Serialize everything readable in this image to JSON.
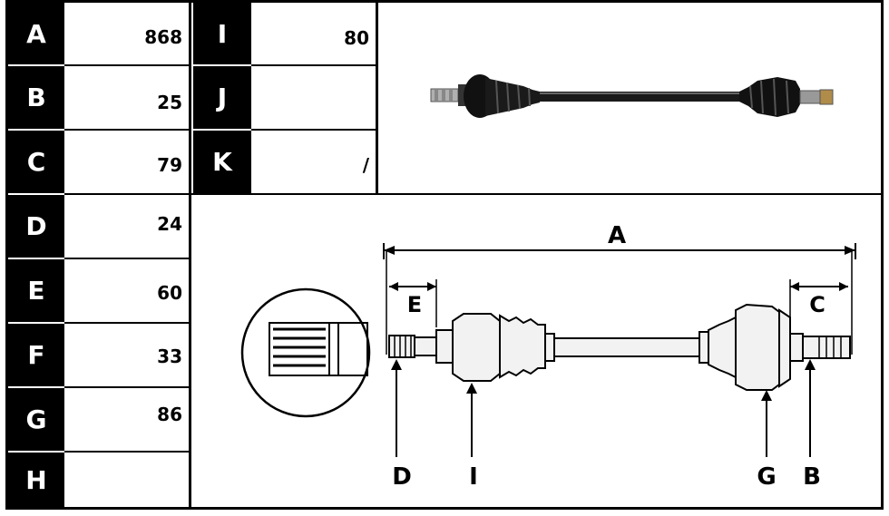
{
  "table": {
    "left_rows": [
      {
        "letter": "A",
        "value": "868"
      },
      {
        "letter": "B",
        "value": "25"
      },
      {
        "letter": "C",
        "value": "79"
      },
      {
        "letter": "D",
        "value": "24"
      },
      {
        "letter": "E",
        "value": "60"
      },
      {
        "letter": "F",
        "value": "33"
      },
      {
        "letter": "G",
        "value": "86"
      },
      {
        "letter": "H",
        "value": ""
      }
    ],
    "mid_rows": [
      {
        "letter": "I",
        "value": "80"
      },
      {
        "letter": "J",
        "value": ""
      },
      {
        "letter": "K",
        "value": "/"
      }
    ]
  },
  "diagram": {
    "label_A": "A",
    "label_E": "E",
    "label_C": "C",
    "label_D": "D",
    "label_I": "I",
    "label_G": "G",
    "label_B": "B"
  },
  "colors": {
    "ink": "#000000",
    "paper": "#ffffff",
    "part": "#f2f2f2",
    "photo_part": "#1a1a1a"
  },
  "icons": [
    "drive-shaft-photo",
    "spline-detail-icon"
  ]
}
